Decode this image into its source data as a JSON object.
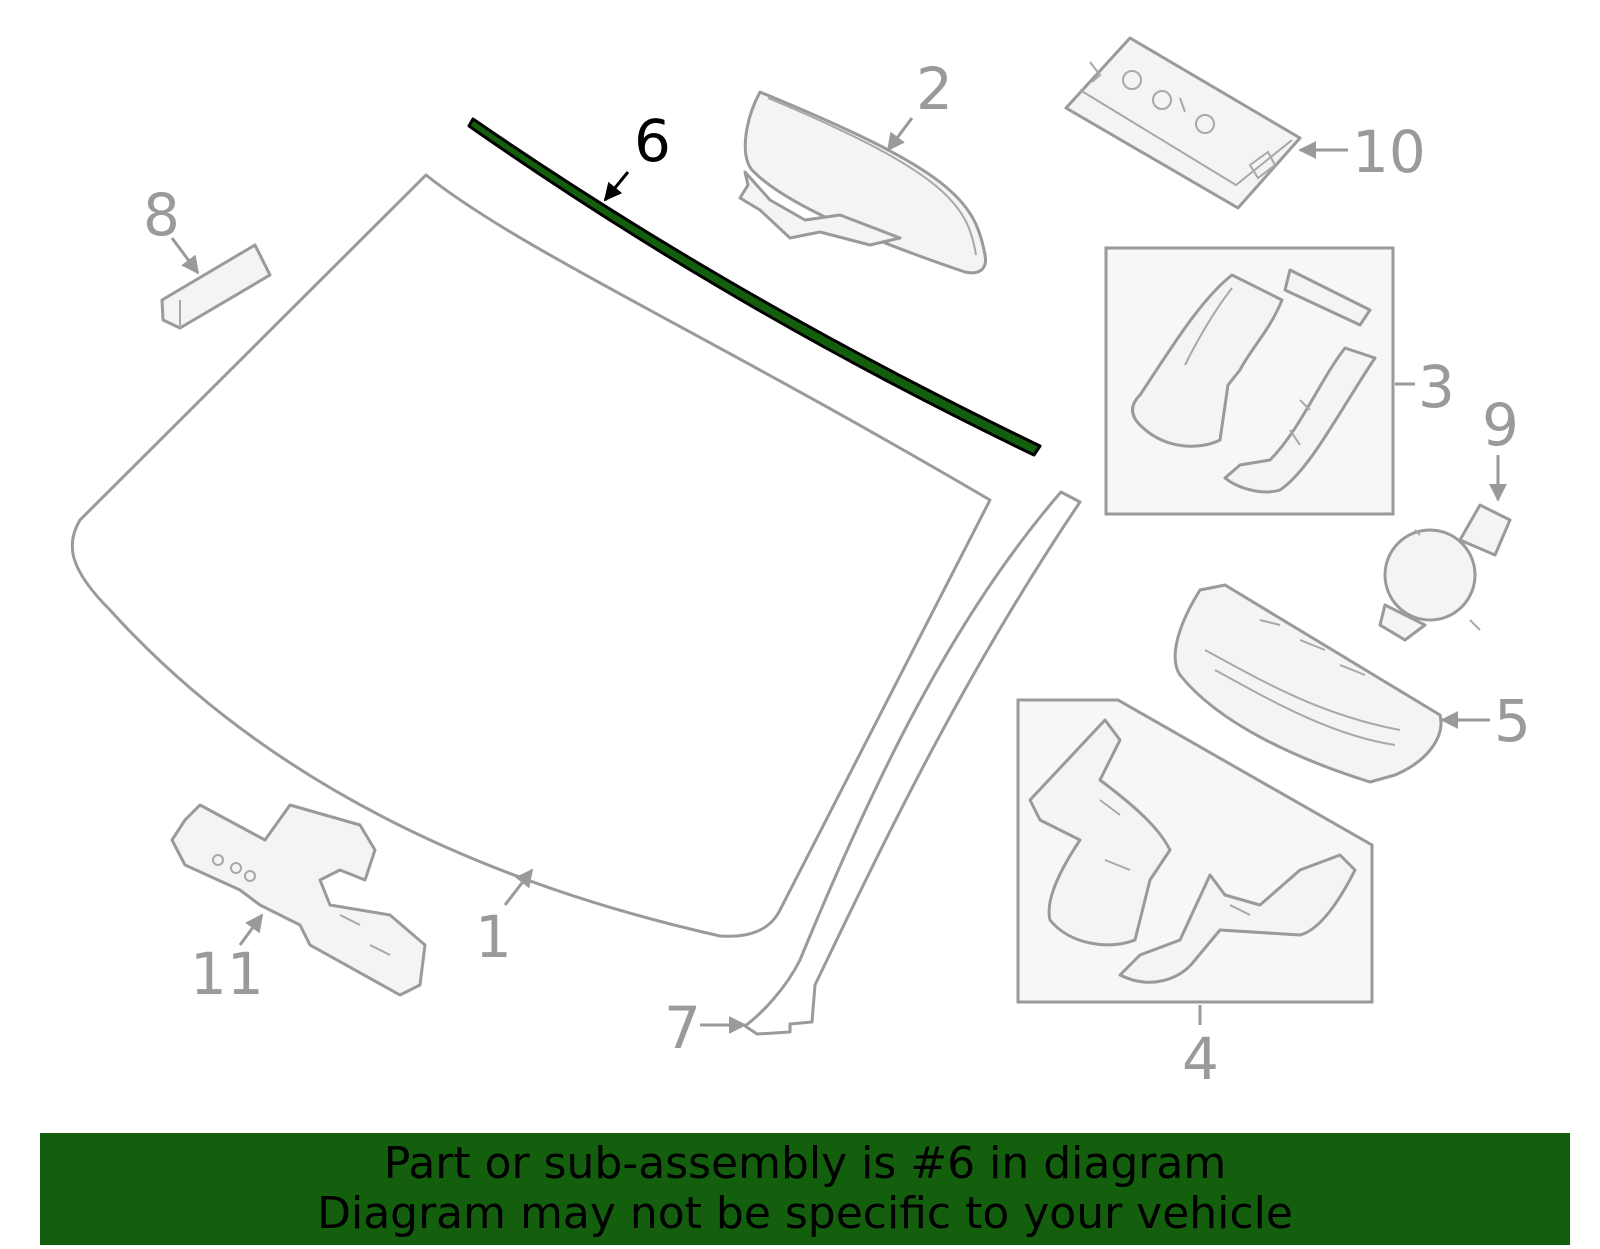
{
  "highlight_color": "#135f0d",
  "callouts": {
    "p1": "1",
    "p2": "2",
    "p3": "3",
    "p4": "4",
    "p5": "5",
    "p6": "6",
    "p7": "7",
    "p8": "8",
    "p9": "9",
    "p10": "10",
    "p11": "11"
  },
  "highlighted_part": "6",
  "banner": {
    "line1": "Part or sub-assembly is #6 in diagram",
    "line2": "Diagram may not be specific to your vehicle"
  }
}
